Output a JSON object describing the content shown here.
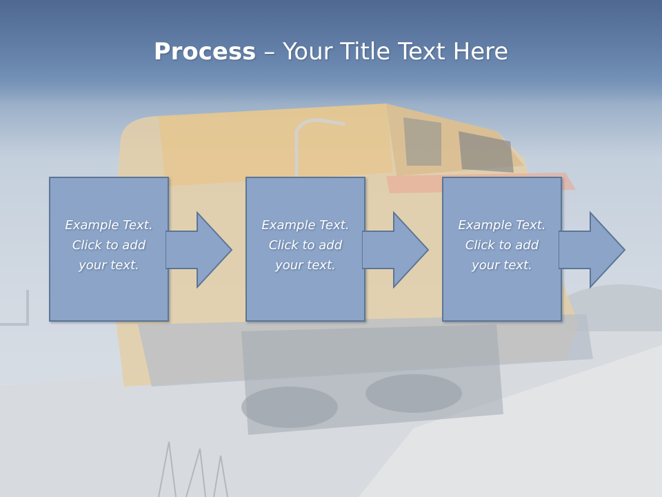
{
  "slide": {
    "title_bold": "Process",
    "title_rest": " – Your Title Text Here"
  },
  "steps": [
    {
      "line1": "Example Text.",
      "line2": "Click  to add",
      "line3": "your text."
    },
    {
      "line1": "Example Text.",
      "line2": "Click  to add",
      "line3": "your text."
    },
    {
      "line1": "Example Text.",
      "line2": "Click  to add",
      "line3": "your text."
    }
  ],
  "colors": {
    "box_fill": "#8ba4c8",
    "box_border": "#5d7595",
    "title_band": "#5a76a0",
    "text": "#ffffff"
  },
  "background": {
    "subject": "locomotive-on-gravel-track"
  }
}
